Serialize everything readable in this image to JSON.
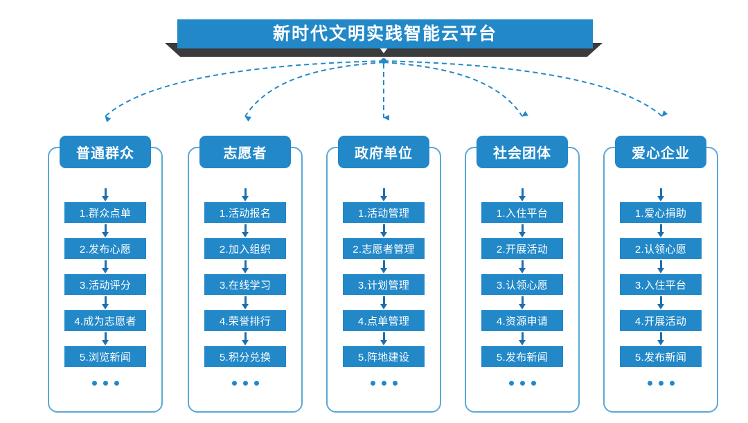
{
  "banner": {
    "title": "新时代文明实践智能云平台",
    "arrow_icon": "caret-down-icon",
    "bar_color": "#2288c8",
    "ribbon_color": "#3b3b3b"
  },
  "theme": {
    "accent": "#2288c8",
    "arrow": "#1d6fae",
    "outline": "#5aa8d8",
    "background": "#ffffff",
    "text_on_accent": "#ffffff"
  },
  "ellipsis_label": "...",
  "columns": [
    {
      "header": "普通群众",
      "steps": [
        "1.群众点单",
        "2.发布心愿",
        "3.活动评分",
        "4.成为志愿者",
        "5.浏览新闻"
      ]
    },
    {
      "header": "志愿者",
      "steps": [
        "1.活动报名",
        "2.加入组织",
        "3.在线学习",
        "4.荣誉排行",
        "5.积分兑换"
      ]
    },
    {
      "header": "政府单位",
      "steps": [
        "1.活动管理",
        "2.志愿者管理",
        "3.计划管理",
        "4.点单管理",
        "5.阵地建设"
      ]
    },
    {
      "header": "社会团体",
      "steps": [
        "1.入住平台",
        "2.开展活动",
        "3.认领心愿",
        "4.资源申请",
        "5.发布新闻"
      ]
    },
    {
      "header": "爱心企业",
      "steps": [
        "1.爱心捐助",
        "2.认领心愿",
        "3.入住平台",
        "4.开展活动",
        "5.发布新闻"
      ]
    }
  ]
}
